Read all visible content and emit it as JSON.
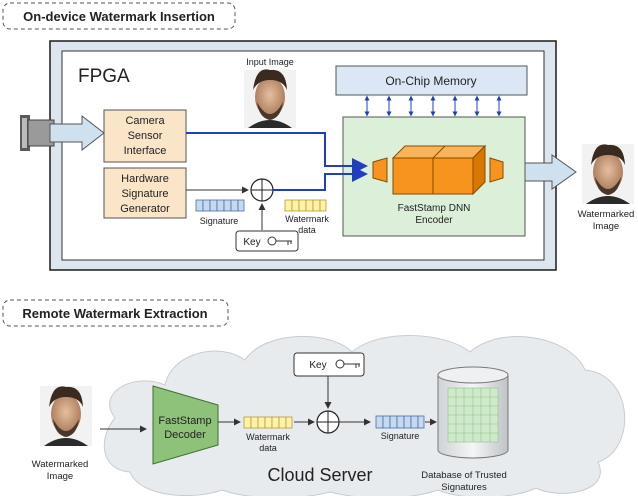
{
  "top_section": {
    "title": "On-device Watermark Insertion",
    "fpga_label": "FPGA",
    "input_image_label": "Input Image",
    "memory_label": "On-Chip Memory",
    "camera_block": [
      "Camera",
      "Sensor",
      "Interface"
    ],
    "hw_block": [
      "Hardware",
      "Signature",
      "Generator"
    ],
    "signature_label": "Signature",
    "watermark_label": [
      "Watermark",
      "data"
    ],
    "key_label": "Key",
    "encoder_label": [
      "FastStamp DNN",
      "Encoder"
    ],
    "output_label": [
      "Watermarked",
      "Image"
    ]
  },
  "bottom_section": {
    "title": "Remote Watermark Extraction",
    "input_label": [
      "Watermarked",
      "Image"
    ],
    "decoder_label": [
      "FastStamp",
      "Decoder"
    ],
    "watermark_label": [
      "Watermark",
      "data"
    ],
    "key_label": "Key",
    "signature_label": "Signature",
    "database_label": [
      "Database of Trusted",
      "Signatures"
    ],
    "cloud_label": "Cloud Server"
  },
  "colors": {
    "orange_block": "#fbe5c8",
    "memory_block": "#dbe7f5",
    "encoder_area": "#dcefd8",
    "decoder": "#8ec27a",
    "signature_cells": "#c5d9f1",
    "watermark_cells": "#fff2a8",
    "arrow_blue": "#1f3fbf",
    "cloud": "#e8ebee"
  }
}
